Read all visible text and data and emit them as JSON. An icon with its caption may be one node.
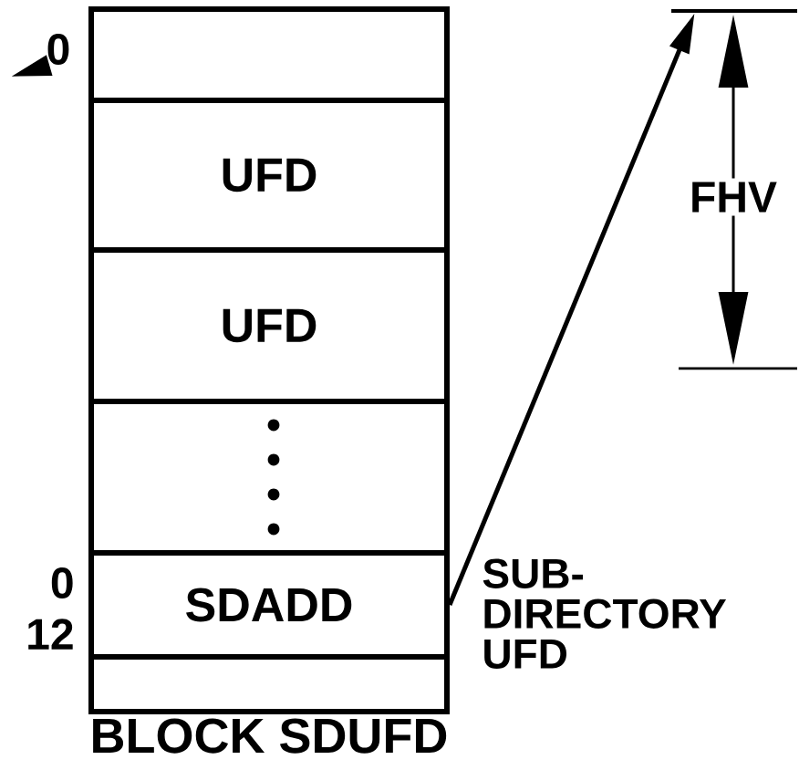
{
  "diagram": {
    "nodes": [
      {
        "text": [
          "BLOCK SDUFD"
        ]
      },
      {
        "text": [],
        "shape": "box",
        "in": 0
      },
      {
        "text": [
          "UFD"
        ],
        "in": 0
      },
      {
        "text": [
          "UFD"
        ],
        "in": 0
      },
      {
        "text": [],
        "shape": "box",
        "in": 0
      },
      {
        "text": [
          "SDADD"
        ],
        "in": 0,
        "beside": [
          "0",
          "12"
        ]
      },
      {
        "text": [],
        "shape": "box",
        "in": 0
      },
      {
        "text": [
          "0"
        ]
      },
      {
        "text": [],
        "shape": "bar"
      }
    ],
    "edges": [
      {
        "from": 5,
        "to": 8,
        "arrow": "to"
      },
      {
        "from": 7,
        "to": null,
        "arrow": "to"
      }
    ],
    "labels": [
      "FHV",
      "SUB-DIRECTORY UFD"
    ]
  }
}
